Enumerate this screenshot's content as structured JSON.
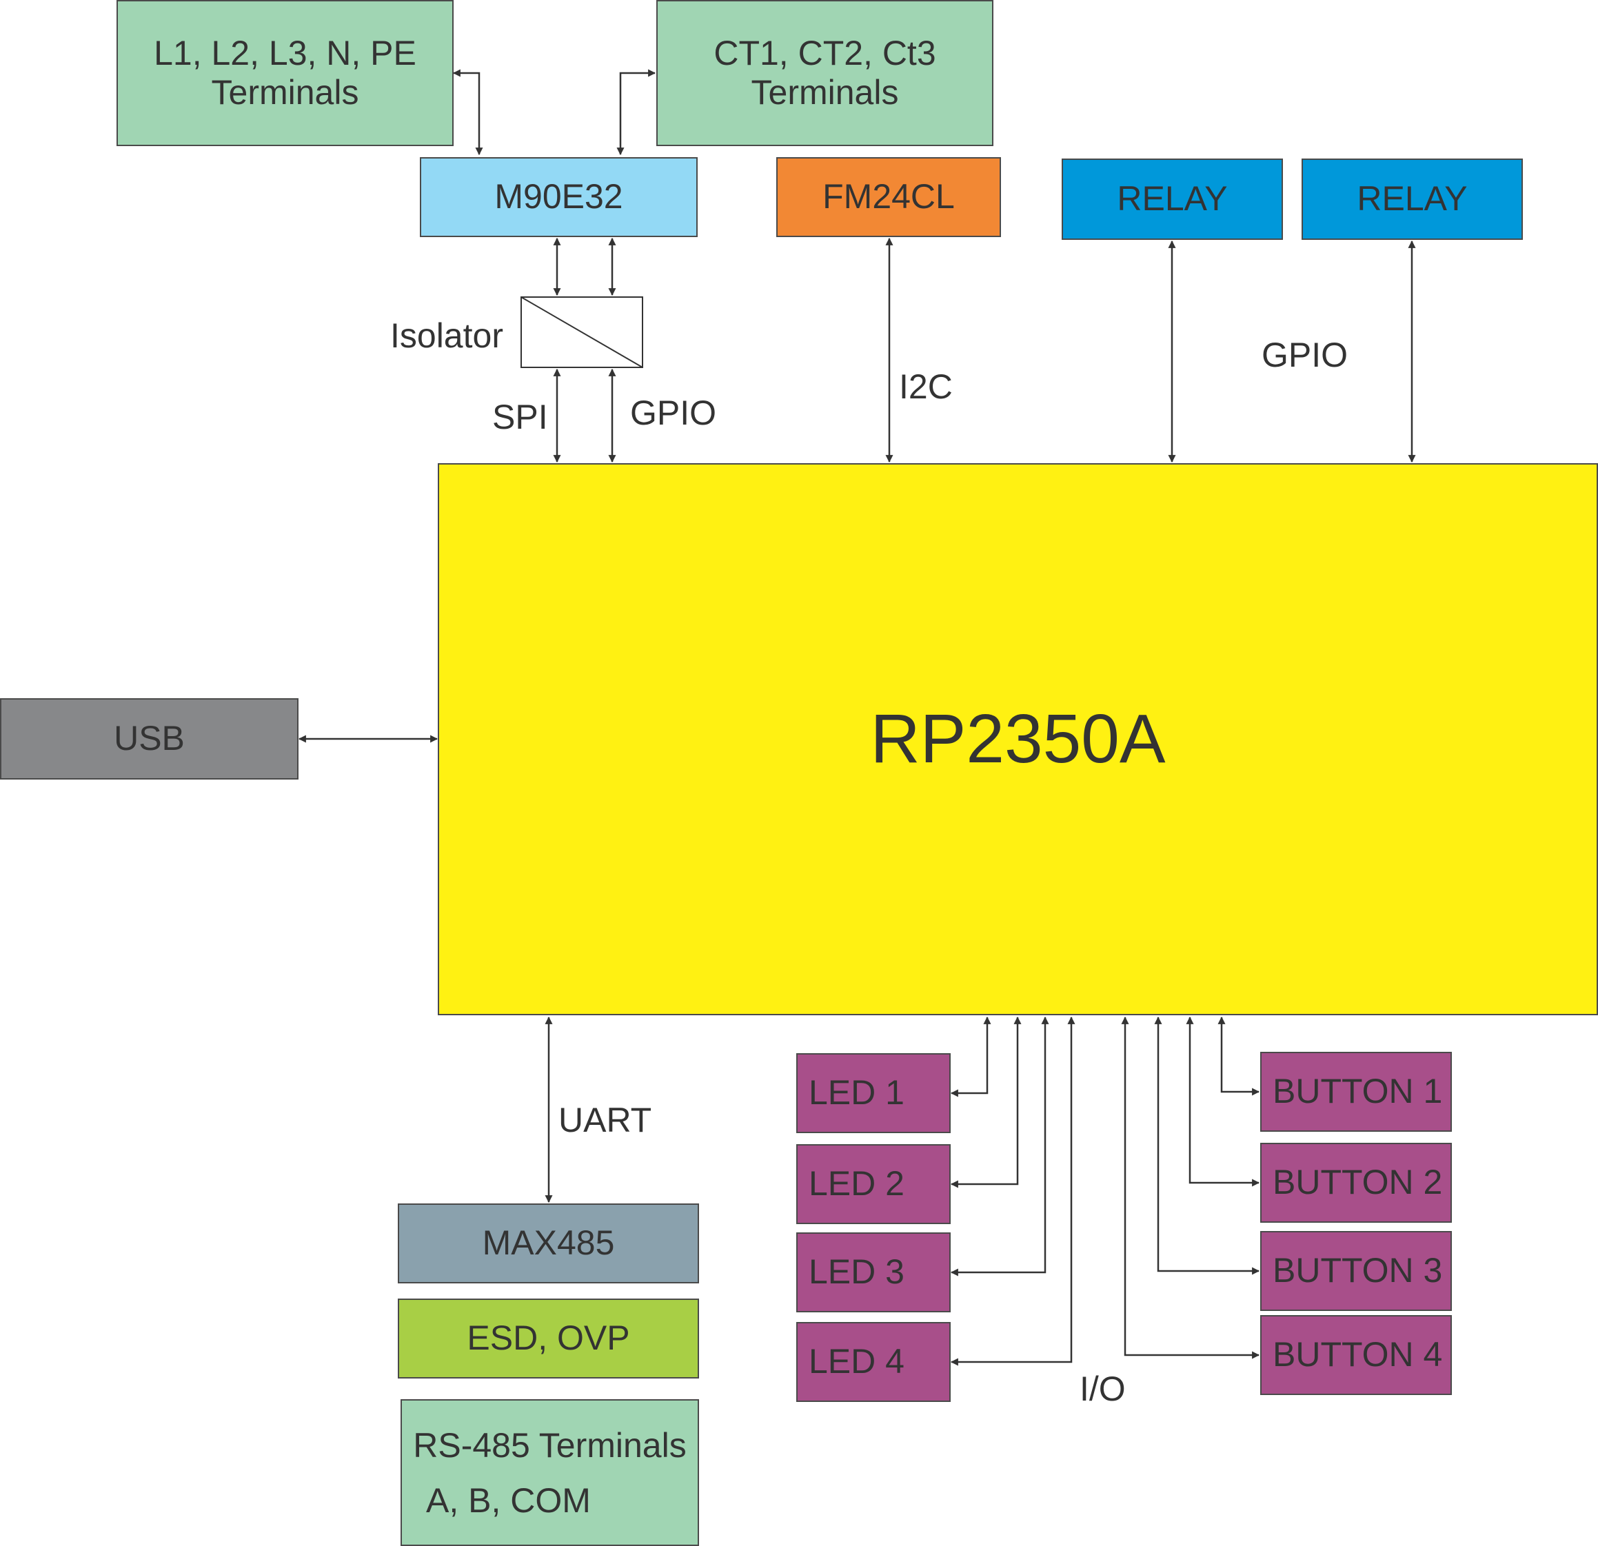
{
  "colors": {
    "terminals": "#a0d5b3",
    "m90e32": "#93d9f5",
    "fm24cl": "#f28834",
    "relay": "#0098da",
    "mcu": "#fff112",
    "usb": "#87888a",
    "max485": "#8aa1ad",
    "esd": "#a8cf45",
    "io_block": "#a84f8a",
    "line": "#333333"
  },
  "blocks": {
    "voltage_terminals": {
      "line1": "L1, L2, L3, N, PE",
      "line2": "Terminals"
    },
    "current_terminals": {
      "line1": "CT1, CT2, Ct3",
      "line2": "Terminals"
    },
    "m90e32": "M90E32",
    "fm24cl": "FM24CL",
    "relay1": "RELAY",
    "relay2": "RELAY",
    "isolator": "Isolator",
    "mcu": "RP2350A",
    "usb": "USB",
    "max485": "MAX485",
    "esd": "ESD, OVP",
    "rs485_terminals": {
      "line1": "RS-485 Terminals",
      "line2": "A, B, COM"
    },
    "leds": [
      "LED 1",
      "LED 2",
      "LED 3",
      "LED 4"
    ],
    "buttons": [
      "BUTTON 1",
      "BUTTON 2",
      "BUTTON 3",
      "BUTTON 4"
    ]
  },
  "labels": {
    "spi": "SPI",
    "gpio_isolator": "GPIO",
    "i2c": "I2C",
    "gpio_relays": "GPIO",
    "uart": "UART",
    "io": "I/O"
  }
}
